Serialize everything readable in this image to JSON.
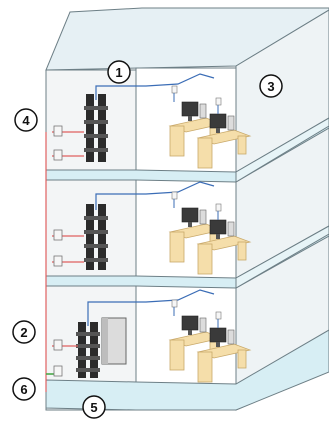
{
  "callouts": [
    {
      "id": "1",
      "label": "1"
    },
    {
      "id": "2",
      "label": "2"
    },
    {
      "id": "3",
      "label": "3"
    },
    {
      "id": "4",
      "label": "4"
    },
    {
      "id": "5",
      "label": "5"
    },
    {
      "id": "6",
      "label": "6"
    }
  ],
  "building": {
    "floors": 3,
    "workstations_per_floor": 2
  },
  "colors": {
    "floor": "#d7eef4",
    "floor_edge": "#6d7f86",
    "wall": "#f4f6f7",
    "ceiling": "#e5eff3",
    "rack": "#2b2b2b",
    "desk": "#f5deaa",
    "desk_edge": "#c9a96a",
    "cable_blue": "#3b6db6",
    "cable_red": "#e06060",
    "cable_green": "#4aa84a",
    "outlet": "#f6f6f6"
  }
}
